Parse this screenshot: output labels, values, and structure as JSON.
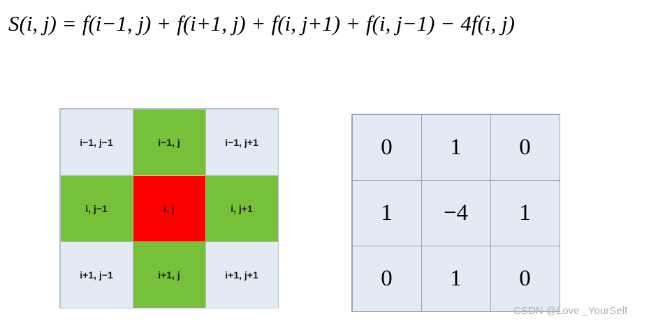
{
  "formula": {
    "full_text": "S(i, j) = f(i−1, j) + f(i+1, j) + f(i, j+1) + f(i, j−1) − 4 f(i, j)",
    "lhs": "S(i, j)",
    "eq": "=",
    "terms": [
      "f(i−1, j)",
      "f(i+1, j)",
      "f(i, j+1)",
      "f(i, j−1)",
      "4f(i, j)"
    ],
    "operators": [
      "+",
      "+",
      "+",
      "−"
    ]
  },
  "neighborhood": {
    "caption": "",
    "cells": [
      {
        "label": "i−1, j−1",
        "color_class": "bg-light",
        "color": "#e4eaf4"
      },
      {
        "label": "i−1, j",
        "color_class": "bg-green",
        "color": "#76c03a"
      },
      {
        "label": "i−1, j+1",
        "color_class": "bg-light",
        "color": "#e4eaf4"
      },
      {
        "label": "i, j−1",
        "color_class": "bg-green",
        "color": "#76c03a"
      },
      {
        "label": "i, j",
        "color_class": "bg-red",
        "color": "#fb0000"
      },
      {
        "label": "i, j+1",
        "color_class": "bg-green",
        "color": "#76c03a"
      },
      {
        "label": "i+1, j−1",
        "color_class": "bg-light",
        "color": "#e4eaf4"
      },
      {
        "label": "i+1, j",
        "color_class": "bg-green",
        "color": "#76c03a"
      },
      {
        "label": "i+1, j+1",
        "color_class": "bg-light",
        "color": "#e4eaf4"
      }
    ]
  },
  "kernel": {
    "caption": "",
    "values": [
      "0",
      "1",
      "0",
      "1",
      "−4",
      "1",
      "0",
      "1",
      "0"
    ]
  },
  "watermark": {
    "text": "CSDN @Love _YourSelf"
  }
}
